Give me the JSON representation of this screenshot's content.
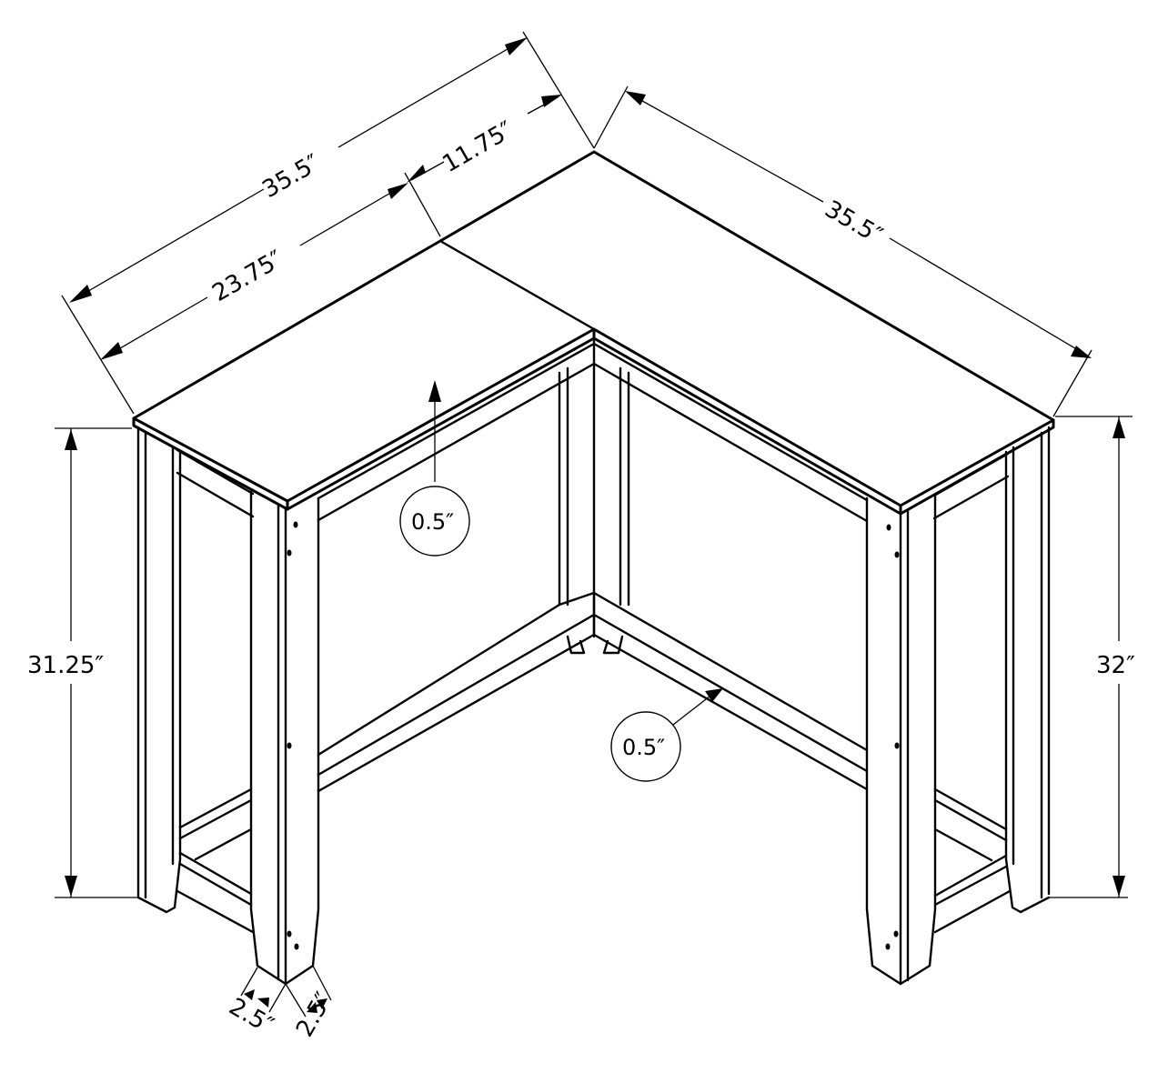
{
  "drawing": {
    "subject": "L-shaped corner desk",
    "line_color": "#000000",
    "background": "#ffffff"
  },
  "dimensions": {
    "overall_left_width": "35.5″",
    "inner_left_width": "23.75″",
    "corner_depth": "11.75″",
    "overall_right_width": "35.5″",
    "left_height": "31.25″",
    "right_height": "32″",
    "leg_width_a": "2.5″",
    "leg_width_b": "2.5″"
  },
  "callouts": {
    "top_thickness": "0.5″",
    "stretcher_thickness": "0.5″"
  }
}
